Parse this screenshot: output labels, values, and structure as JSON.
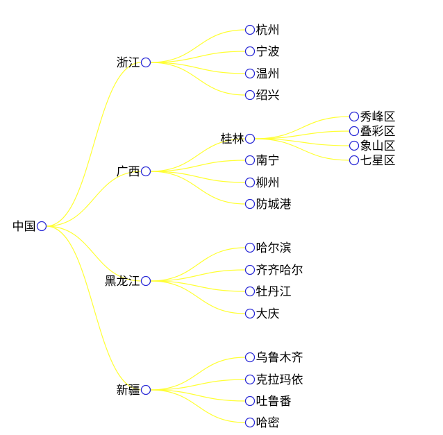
{
  "tree": {
    "name": "中国",
    "children": [
      {
        "name": "浙江",
        "children": [
          {
            "name": "杭州"
          },
          {
            "name": "宁波"
          },
          {
            "name": "温州"
          },
          {
            "name": "绍兴"
          }
        ]
      },
      {
        "name": "广西",
        "children": [
          {
            "name": "桂林",
            "children": [
              {
                "name": "秀峰区"
              },
              {
                "name": "叠彩区"
              },
              {
                "name": "象山区"
              },
              {
                "name": "七星区"
              }
            ]
          },
          {
            "name": "南宁"
          },
          {
            "name": "柳州"
          },
          {
            "name": "防城港"
          }
        ]
      },
      {
        "name": "黑龙江",
        "children": [
          {
            "name": "哈尔滨"
          },
          {
            "name": "齐齐哈尔"
          },
          {
            "name": "牡丹江"
          },
          {
            "name": "大庆"
          }
        ]
      },
      {
        "name": "新疆",
        "children": [
          {
            "name": "乌鲁木齐"
          },
          {
            "name": "克拉玛依"
          },
          {
            "name": "吐鲁番"
          },
          {
            "name": "哈密"
          }
        ]
      }
    ]
  },
  "colors": {
    "link": "#ffff33",
    "node_stroke": "#2a2ad6",
    "node_fill": "#ffffff",
    "label": "#000000"
  }
}
